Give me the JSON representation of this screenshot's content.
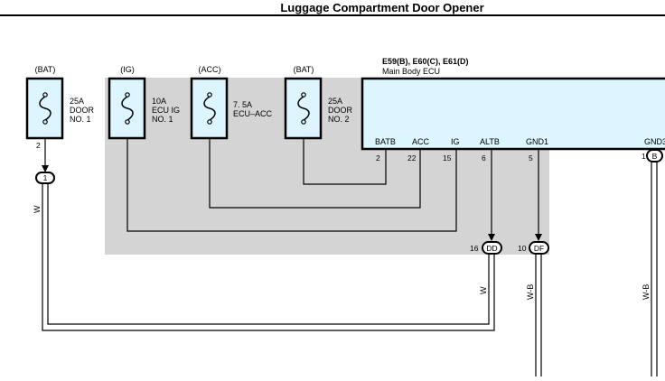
{
  "title": "Luggage Compartment Door Opener",
  "colors": {
    "ecu_fill": "#dcf5ff",
    "shade": "#d4d4d4",
    "line": "#000000"
  },
  "fuses": [
    {
      "source": "(BAT)",
      "rating": "25A",
      "name1": "DOOR",
      "name2": "NO. 1",
      "pin": "2"
    },
    {
      "source": "(IG)",
      "rating": "10A",
      "name1": "ECU IG",
      "name2": "NO. 1",
      "pin": ""
    },
    {
      "source": "(ACC)",
      "rating": "7. 5A",
      "name1": "ECU–ACC",
      "name2": "",
      "pin": ""
    },
    {
      "source": "(BAT)",
      "rating": "25A",
      "name1": "DOOR",
      "name2": "NO. 2",
      "pin": ""
    }
  ],
  "ecu": {
    "connectors": "E59(B), E60(C), E61(D)",
    "name": "Main Body ECU",
    "terminals": [
      {
        "label": "BATB",
        "pin": "2"
      },
      {
        "label": "ACC",
        "pin": "22"
      },
      {
        "label": "IG",
        "pin": "15"
      },
      {
        "label": "ALTB",
        "pin": "6"
      },
      {
        "label": "GND1",
        "pin": "5"
      },
      {
        "label": "GND3",
        "pin": "1"
      }
    ]
  },
  "junctions": [
    {
      "id": "1",
      "pin": ""
    },
    {
      "id": "DD",
      "pin": "16"
    },
    {
      "id": "DF",
      "pin": "10"
    },
    {
      "id": "B",
      "pin": ""
    }
  ],
  "wire_colors": [
    "W",
    "W",
    "W-B",
    "W-B"
  ]
}
